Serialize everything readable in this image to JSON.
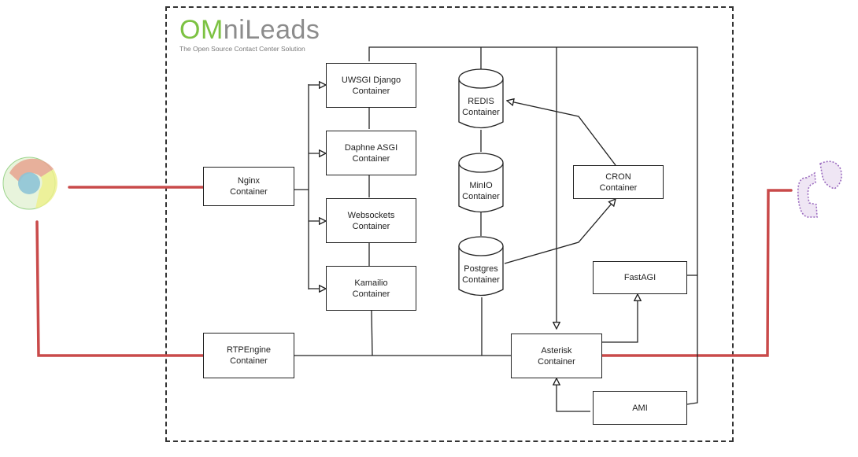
{
  "logo": {
    "brand_primary": "OM",
    "brand_secondary": "niLeads",
    "tagline": "The Open Source Contact Center Solution",
    "brand_color": "#7cc242"
  },
  "containers": {
    "nginx": "Nginx\nContainer",
    "uwsgi": "UWSGI Django\nContainer",
    "daphne": "Daphne ASGI\nContainer",
    "websockets": "Websockets\nContainer",
    "kamailio": "Kamailio\nContainer",
    "rtpengine": "RTPEngine\nContainer",
    "redis": "REDIS\nContainer",
    "minio": "MinIO\nContainer",
    "postgres": "Postgres\nContainer",
    "cron": "CRON\nContainer",
    "fastagi": "FastAGI",
    "asterisk": "Asterisk\nContainer",
    "ami": "AMI"
  },
  "external": {
    "left_icon": "chrome-browser-icon",
    "right_icon": "telephone-icon",
    "media_link_color": "#c94a4a"
  }
}
